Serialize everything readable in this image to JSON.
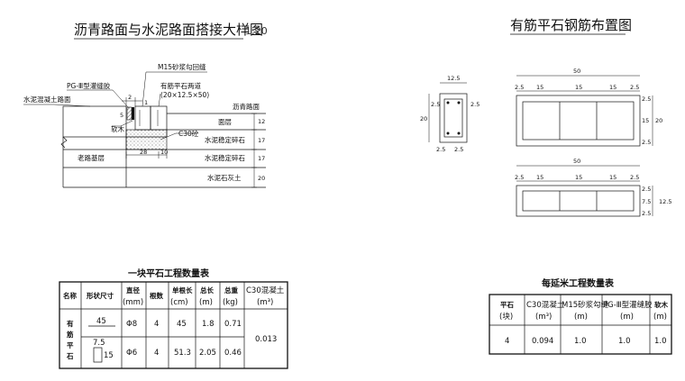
{
  "left_title": "沥青路面与水泥路面搭接大样图",
  "left_scale": "1:20",
  "right_title": "有筋平石钢筋布置图",
  "section_labels": {
    "m15": "M15砂浆勾回缝",
    "pg3": "PG-Ⅲ型灌缝胶",
    "ribbed_stone": "有筋平石两道",
    "ribbed_size": "(20×12.5×50)",
    "cement_road": "水泥混凝土路面",
    "asphalt_road": "沥青路面",
    "soft_wood": "软木",
    "c30": "C30砼",
    "old_base": "老路基层",
    "surface": "面层",
    "cement_stab1": "水泥稳定碎石",
    "cement_stab2": "水泥稳定碎石",
    "lime_soil": "水泥石灰土"
  },
  "section_dims": {
    "d2": "2",
    "d1": "1",
    "d5": "5",
    "d28": "28",
    "d10": "10",
    "d12": "12",
    "d17a": "17",
    "d17b": "17",
    "d20": "20"
  },
  "rebar_dims": {
    "cs_w": "12.5",
    "cs_h": "20",
    "cs_25a": "2.5",
    "cs_25b": "2.5",
    "cs_25c": "2.5",
    "cs_25d": "2.5",
    "p1_50": "50",
    "p1_25a": "2.5",
    "p1_15a": "15",
    "p1_15b": "15",
    "p1_15c": "15",
    "p1_25b": "2.5",
    "p1_r25a": "2.5",
    "p1_r15": "15",
    "p1_r20": "20",
    "p1_r25b": "2.5",
    "p2_50": "50",
    "p2_25a": "2.5",
    "p2_15a": "15",
    "p2_15b": "15",
    "p2_15c": "15",
    "p2_25b": "2.5",
    "p2_r25a": "2.5",
    "p2_r75": "7.5",
    "p2_r25b": "2.5",
    "p2_r125": "12.5"
  },
  "table1": {
    "title": "一块平石工程数量表",
    "headers": [
      "名称",
      "形状尺寸",
      "直径",
      "(mm)",
      "根数",
      "单根长",
      "(cm)",
      "总长",
      "(m)",
      "总重",
      "(kg)",
      "C30混凝土",
      "(m³)"
    ],
    "name_chars": [
      "有",
      "筋",
      "平",
      "石"
    ],
    "row1": {
      "shape": "45",
      "dia": "Φ8",
      "count": "4",
      "len": "45",
      "total": "1.8",
      "weight": "0.71"
    },
    "row2": {
      "shape_a": "7.5",
      "shape_b": "15",
      "dia": "Φ6",
      "count": "4",
      "len": "51.3",
      "total": "2.05",
      "weight": "0.46"
    },
    "c30": "0.013"
  },
  "table2": {
    "title": "每延米工程数量表",
    "headers": [
      "平石",
      "(块)",
      "C30混凝土",
      "(m³)",
      "M15砂浆勾缝",
      "(m)",
      "PG-Ⅲ型灌缝胶",
      "(m)",
      "软木",
      "(m)"
    ],
    "values": [
      "4",
      "0.094",
      "1.0",
      "1.0",
      "1.0"
    ]
  }
}
